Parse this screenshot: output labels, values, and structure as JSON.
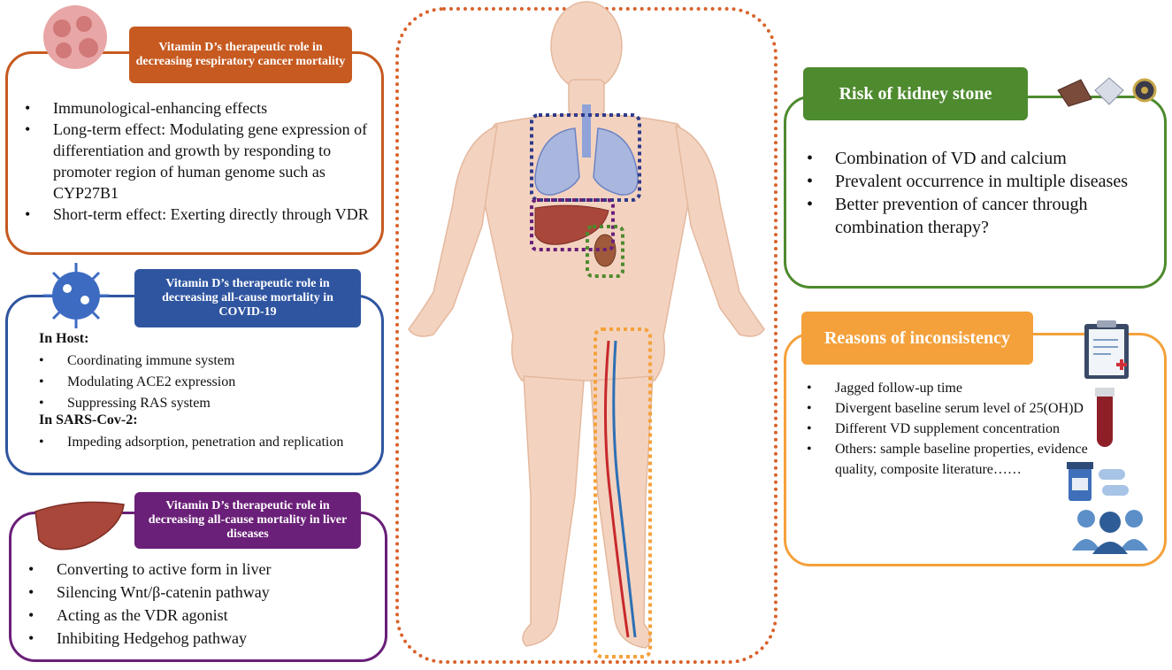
{
  "respiratory": {
    "title": "Vitamin D’s therapeutic role in decreasing respiratory cancer mortality",
    "items": [
      "Immunological-enhancing effects",
      "Long-term effect: Modulating gene expression of differentiation and growth by responding to promoter region of human genome such as CYP27B1",
      "Short-term effect: Exerting directly through VDR"
    ],
    "color": "#C65A20",
    "icon": "cancer-cell-icon"
  },
  "covid": {
    "title": "Vitamin D’s therapeutic role in decreasing all-cause mortality in COVID-19",
    "host_heading": "In Host:",
    "host_items": [
      "Coordinating immune system",
      "Modulating ACE2 expression",
      "Suppressing RAS system"
    ],
    "virus_heading": "In SARS-Cov-2:",
    "virus_items": [
      "Impeding adsorption, penetration and replication"
    ],
    "color": "#2F55A0",
    "icon": "coronavirus-icon"
  },
  "liver": {
    "title": "Vitamin D’s therapeutic role in decreasing all-cause mortality in liver diseases",
    "items": [
      "Converting to active form in liver",
      "Silencing Wnt/β-catenin pathway",
      "Acting as the VDR agonist",
      "Inhibiting Hedgehog pathway"
    ],
    "color": "#6A1F78",
    "icon": "liver-icon"
  },
  "kidney": {
    "title": "Risk of kidney stone",
    "items": [
      "Combination of VD and calcium",
      "Prevalent occurrence in multiple diseases",
      "Better prevention of cancer through combination therapy?"
    ],
    "color": "#4E8A2E",
    "icon": "kidney-stone-icon"
  },
  "inconsistency": {
    "title": "Reasons of inconsistency",
    "items": [
      "Jagged follow-up time",
      "Divergent baseline serum level of 25(OH)D",
      "Different VD supplement concentration",
      "Others: sample baseline properties, evidence quality, composite literature……"
    ],
    "color": "#F4A13B",
    "icons": [
      "clipboard-icon",
      "blood-tube-icon",
      "pill-bottle-icon",
      "people-icon"
    ]
  },
  "center": {
    "figure": "human-body-icon",
    "frame_color": "#D9622B"
  }
}
